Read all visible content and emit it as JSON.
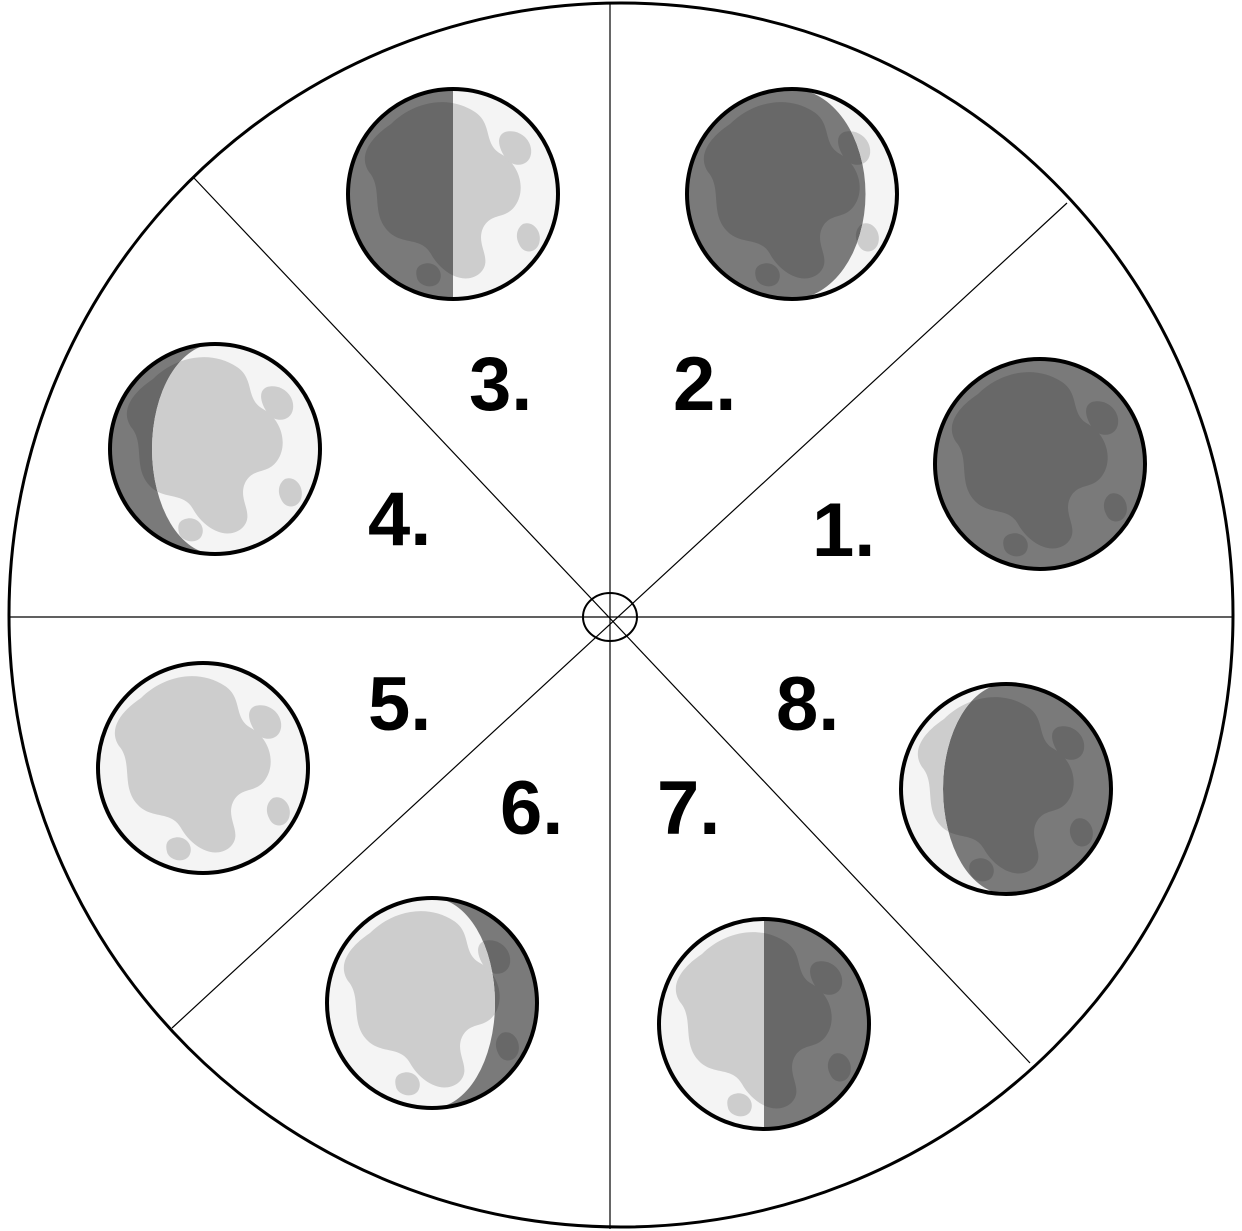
{
  "diagram": {
    "colors": {
      "dark": "#7a7a7a",
      "dark_spot": "#686868",
      "lit": "#f4f4f4",
      "lit_spot": "#cdcdcd",
      "outline": "#000000",
      "background": "#ffffff"
    },
    "phases": [
      {
        "label": "1.",
        "lit_fraction": 0.0,
        "lit_side": "none"
      },
      {
        "label": "2.",
        "lit_fraction": 0.15,
        "lit_side": "right"
      },
      {
        "label": "3.",
        "lit_fraction": 0.5,
        "lit_side": "right"
      },
      {
        "label": "4.",
        "lit_fraction": 0.8,
        "lit_side": "right"
      },
      {
        "label": "5.",
        "lit_fraction": 1.0,
        "lit_side": "full"
      },
      {
        "label": "6.",
        "lit_fraction": 0.8,
        "lit_side": "left"
      },
      {
        "label": "7.",
        "lit_fraction": 0.5,
        "lit_side": "left"
      },
      {
        "label": "8.",
        "lit_fraction": 0.2,
        "lit_side": "left"
      }
    ]
  }
}
